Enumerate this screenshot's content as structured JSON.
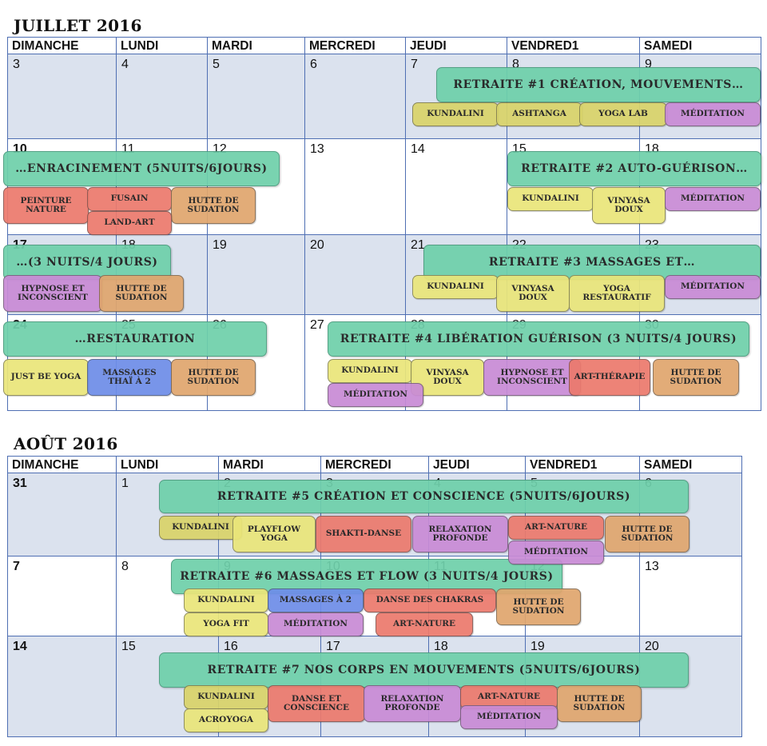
{
  "months": [
    {
      "title": "JUILLET 2016",
      "headers": [
        "DIMANCHE",
        "LUNDI",
        "MARDI",
        "MERCREDI",
        "JEUDI",
        "VENDRED1",
        "SAMEDI"
      ],
      "days": [
        [
          "3",
          "4",
          "5",
          "6",
          "7",
          "8",
          "9"
        ],
        [
          "10",
          "11",
          "12",
          "13",
          "14",
          "15",
          "18"
        ],
        [
          "17",
          "18",
          "19",
          "20",
          "21",
          "22",
          "23"
        ],
        [
          "24",
          "25",
          "26",
          "27",
          "28",
          "29",
          "30"
        ]
      ],
      "banners": [
        "RETRAITE #1 CRÉATION, MOUVEMENTS…",
        "…ENRACINEMENT (5NUITS/6JOURS)",
        "RETRAITE #2 AUTO-GUÉRISON…",
        "…(3 NUITS/4 JOURS)",
        "RETRAITE #3 MASSAGES ET…",
        "…RESTAURATION",
        "RETRAITE #4 LIBÉRATION GUÉRISON (3 NUITS/4 JOURS)"
      ],
      "activities": [
        "KUNDALINI",
        "ASHTANGA",
        "YOGA LAB",
        "MÉDITATION",
        "PEINTURE NATURE",
        "FUSAIN",
        "HUTTE DE SUDATION",
        "LAND-ART",
        "KUNDALINI",
        "VINYASA DOUX",
        "MÉDITATION",
        "HYPNOSE ET INCONSCIENT",
        "HUTTE DE SUDATION",
        "KUNDALINI",
        "VINYASA DOUX",
        "YOGA RESTAURATIF",
        "MÉDITATION",
        "JUST BE YOGA",
        "MASSAGES THAÏ À 2",
        "HUTTE DE SUDATION",
        "KUNDALINI",
        "VINYASA DOUX",
        "HYPNOSE ET INCONSCIENT",
        "ART-THÉRAPIE",
        "HUTTE DE SUDATION",
        "MÉDITATION"
      ]
    },
    {
      "title": "AOÛT 2016",
      "headers": [
        "DIMANCHE",
        "LUNDI",
        "MARDI",
        "MERCREDI",
        "JEUDI",
        "VENDRED1",
        "SAMEDI"
      ],
      "days": [
        [
          "31",
          "1",
          "2",
          "3",
          "4",
          "5",
          "6"
        ],
        [
          "7",
          "8",
          "9",
          "10",
          "11",
          "12",
          "13"
        ],
        [
          "14",
          "15",
          "16",
          "17",
          "18",
          "19",
          "20"
        ]
      ],
      "banners": [
        "RETRAITE #5 CRÉATION ET CONSCIENCE (5NUITS/6JOURS)",
        "RETRAITE #6 MASSAGES ET FLOW (3 NUITS/4 JOURS)",
        "RETRAITE #7 NOS CORPS EN MOUVEMENTS (5NUITS/6JOURS)"
      ],
      "activities": [
        "KUNDALINI",
        "PLAYFLOW YOGA",
        "SHAKTI-DANSE",
        "RELAXATION PROFONDE",
        "ART-NATURE",
        "HUTTE DE SUDATION",
        "MÉDITATION",
        "KUNDALINI",
        "MASSAGES À 2",
        "DANSE DES CHAKRAS",
        "HUTTE DE SUDATION",
        "YOGA FIT",
        "MÉDITATION",
        "ART-NATURE",
        "KUNDALINI",
        "DANSE ET CONSCIENCE",
        "RELAXATION PROFONDE",
        "ART-NATURE",
        "HUTTE DE SUDATION",
        "MÉDITATION",
        "ACROYOGA"
      ]
    }
  ],
  "colors": {
    "grid": "#4f6fb3",
    "shade": "#dbe2ee",
    "banner": "#6fd0ab",
    "yellow": "#eae67a",
    "purple": "#c98bd6",
    "red": "#ec7a6d",
    "orange": "#e0a66e",
    "blue": "#6e8ee8"
  }
}
